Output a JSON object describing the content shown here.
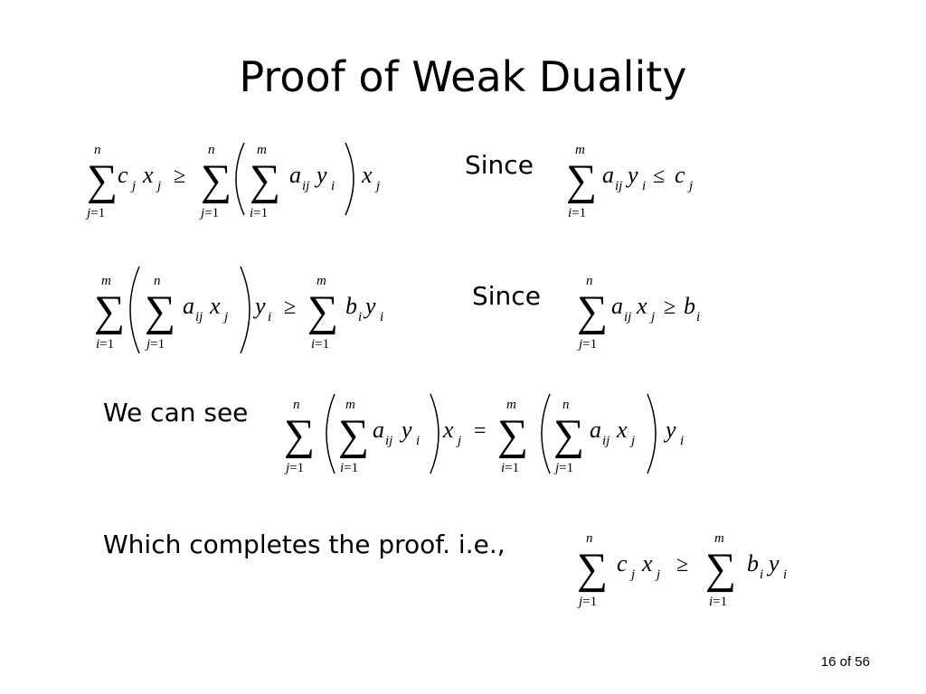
{
  "slide": {
    "title": "Proof of Weak Duality",
    "since_1": "Since",
    "since_2": "Since",
    "we_can_see": "We can see",
    "which_completes": "Which completes the proof. i.e.,",
    "page_number": "16 of 56"
  },
  "equations": {
    "eq1": "∑_{j=1}^{n} c_j x_j ≥ ∑_{j=1}^{n} ( ∑_{i=1}^{m} a_{ij} y_i ) x_j",
    "cond1": "∑_{i=1}^{m} a_{ij} y_i ≤ c_j",
    "eq2": "∑_{i=1}^{m} ( ∑_{j=1}^{n} a_{ij} x_j ) y_i ≥ ∑_{i=1}^{m} b_i y_i",
    "cond2": "∑_{j=1}^{n} a_{ij} x_j ≥ b_i",
    "eq3": "∑_{j=1}^{n} ( ∑_{i=1}^{m} a_{ij} y_i ) x_j = ∑_{i=1}^{m} ( ∑_{j=1}^{n} a_{ij} x_j ) y_i",
    "eq4": "∑_{j=1}^{n} c_j x_j ≥ ∑_{i=1}^{m} b_i y_i"
  }
}
